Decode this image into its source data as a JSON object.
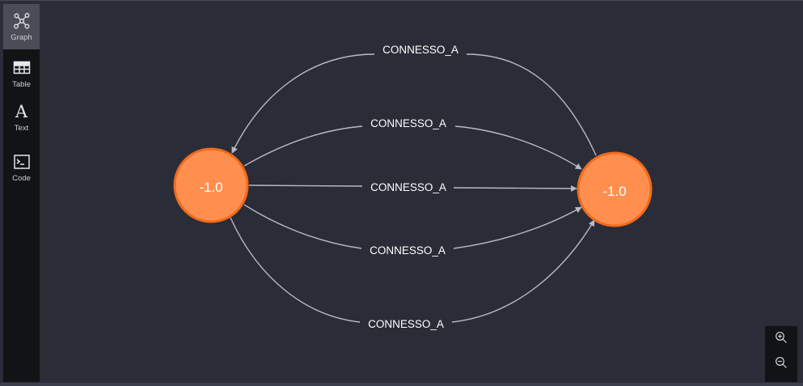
{
  "sidebar": {
    "items": [
      {
        "label": "Graph",
        "icon": "graph-icon",
        "active": true
      },
      {
        "label": "Table",
        "icon": "table-icon",
        "active": false
      },
      {
        "label": "Text",
        "icon": "text-icon",
        "active": false
      },
      {
        "label": "Code",
        "icon": "code-icon",
        "active": false
      }
    ]
  },
  "graph": {
    "nodes": [
      {
        "id": "left",
        "label": "-1.0"
      },
      {
        "id": "right",
        "label": "-1.0"
      }
    ],
    "relationships": [
      {
        "label": "CONNESSO_A",
        "from": "right",
        "to": "left"
      },
      {
        "label": "CONNESSO_A",
        "from": "left",
        "to": "right"
      },
      {
        "label": "CONNESSO_A",
        "from": "left",
        "to": "right"
      },
      {
        "label": "CONNESSO_A",
        "from": "left",
        "to": "right"
      },
      {
        "label": "CONNESSO_A",
        "from": "left",
        "to": "right"
      }
    ],
    "colors": {
      "node_fill": "#ff8f4f",
      "node_stroke": "#f26a1b",
      "edge": "#b8bbc6",
      "background": "#2a2c37"
    }
  },
  "zoom": {
    "zoom_in_icon": "zoom-in-icon",
    "zoom_out_icon": "zoom-out-icon"
  }
}
